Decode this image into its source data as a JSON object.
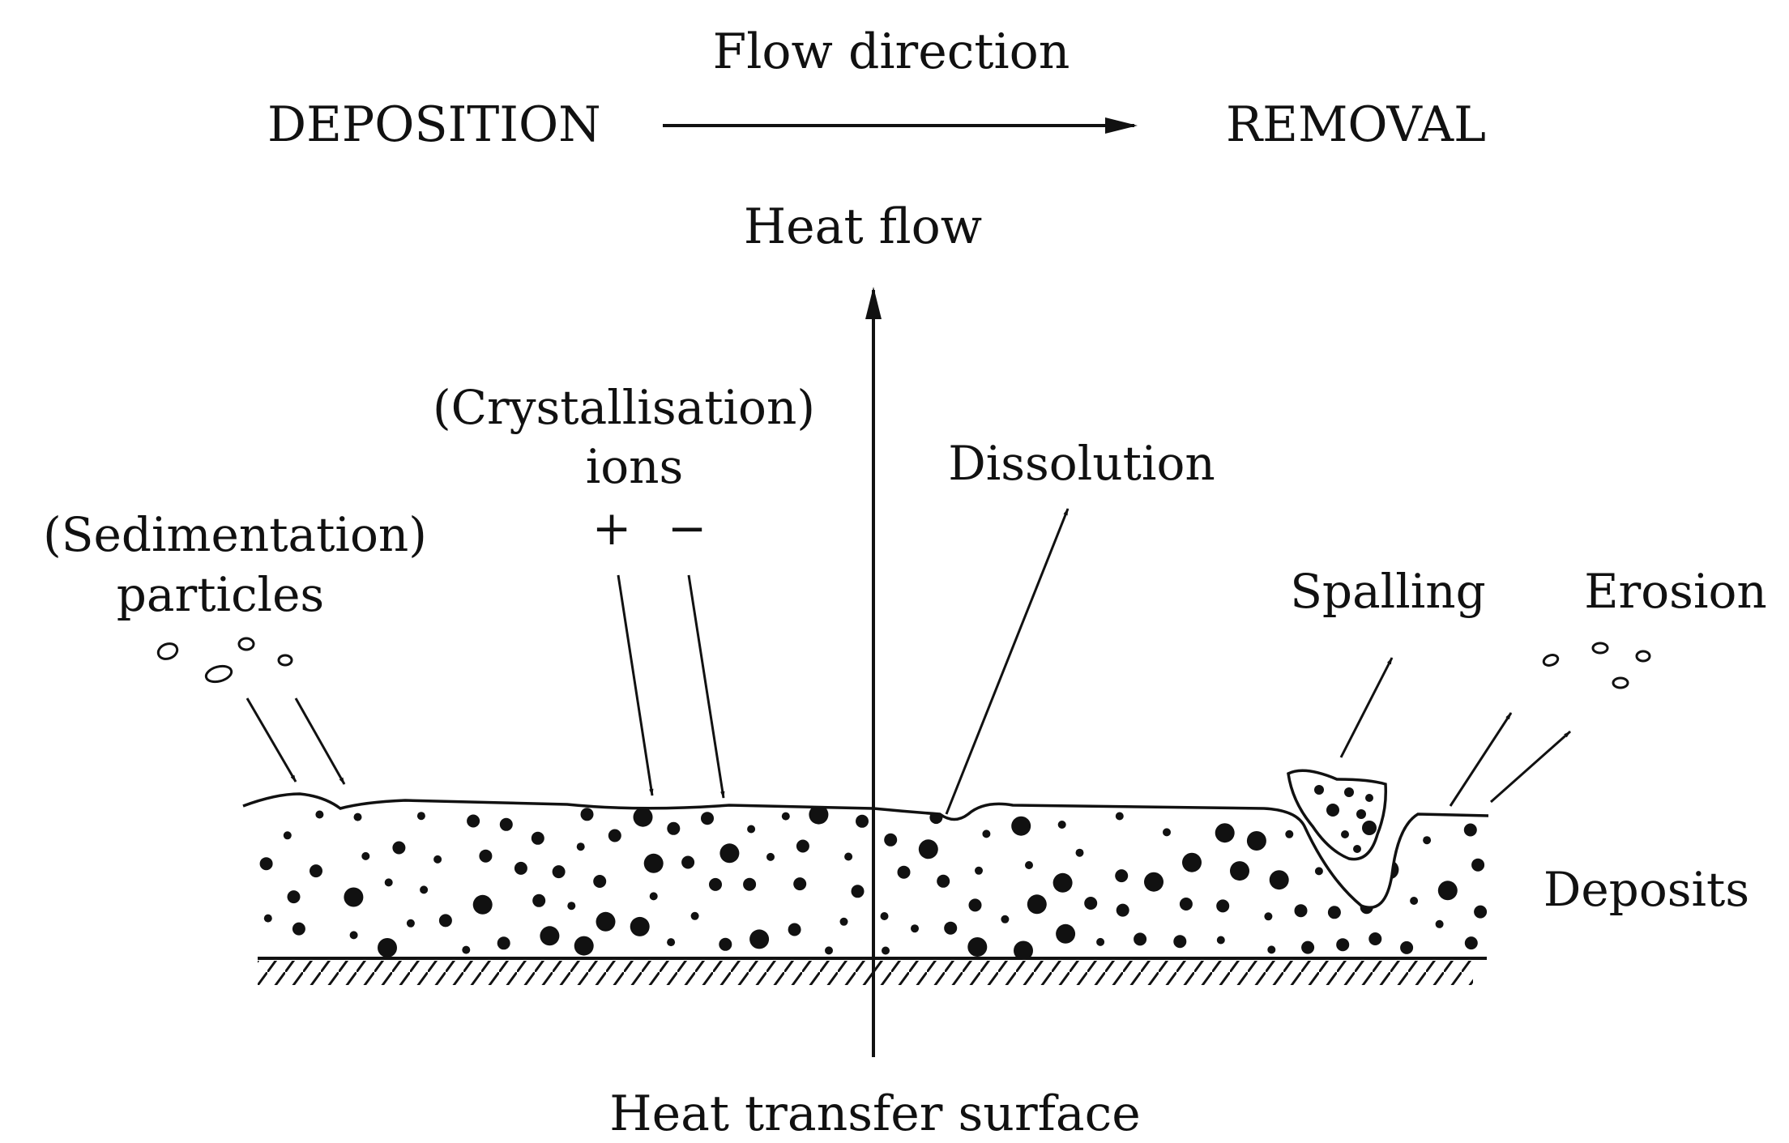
{
  "labels": {
    "flow_direction": "Flow direction",
    "deposition": "DEPOSITION",
    "removal": "REMOVAL",
    "heat_flow": "Heat flow",
    "crystallisation": "(Crystallisation)",
    "ions": "ions",
    "plus": "+",
    "minus": "−",
    "sedimentation": "(Sedimentation)",
    "particles": "particles",
    "dissolution": "Dissolution",
    "spalling": "Spalling",
    "erosion": "Erosion",
    "deposits": "Deposits",
    "heat_transfer_surface": "Heat transfer surface"
  }
}
